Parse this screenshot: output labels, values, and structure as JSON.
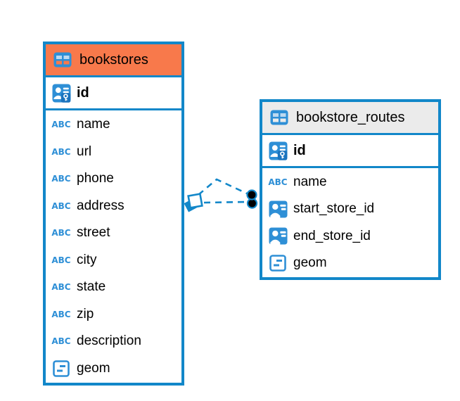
{
  "colors": {
    "accent_blue": "#1287C9",
    "icon_blue": "#2E8FD6",
    "icon_blue_pale": "#BCD9F0",
    "key_badge_blue": "#1B74BE",
    "bookstores_header": "#F8794B",
    "routes_header": "#EBEBEB",
    "text": "#000000",
    "dot_fill": "#000000",
    "canvas_bg": "#FFFFFF"
  },
  "tables": [
    {
      "name": "bookstores",
      "header_icon": "table-icon",
      "header_color": "#F8794B",
      "primary_key": {
        "name": "id",
        "icon": "primary-key-icon"
      },
      "columns": [
        {
          "name": "name",
          "icon": "text-type-icon"
        },
        {
          "name": "url",
          "icon": "text-type-icon"
        },
        {
          "name": "phone",
          "icon": "text-type-icon"
        },
        {
          "name": "address",
          "icon": "text-type-icon"
        },
        {
          "name": "street",
          "icon": "text-type-icon"
        },
        {
          "name": "city",
          "icon": "text-type-icon"
        },
        {
          "name": "state",
          "icon": "text-type-icon"
        },
        {
          "name": "zip",
          "icon": "text-type-icon"
        },
        {
          "name": "description",
          "icon": "text-type-icon"
        },
        {
          "name": "geom",
          "icon": "geometry-type-icon"
        }
      ]
    },
    {
      "name": "bookstore_routes",
      "header_icon": "table-icon",
      "header_color": "#EBEBEB",
      "primary_key": {
        "name": "id",
        "icon": "primary-key-icon"
      },
      "columns": [
        {
          "name": "name",
          "icon": "text-type-icon"
        },
        {
          "name": "start_store_id",
          "icon": "foreign-key-icon"
        },
        {
          "name": "end_store_id",
          "icon": "foreign-key-icon"
        },
        {
          "name": "geom",
          "icon": "geometry-type-icon"
        }
      ]
    }
  ],
  "relationship": {
    "style": "dashed",
    "source_marker": "diamond-square",
    "target_marker": "double-dot"
  }
}
